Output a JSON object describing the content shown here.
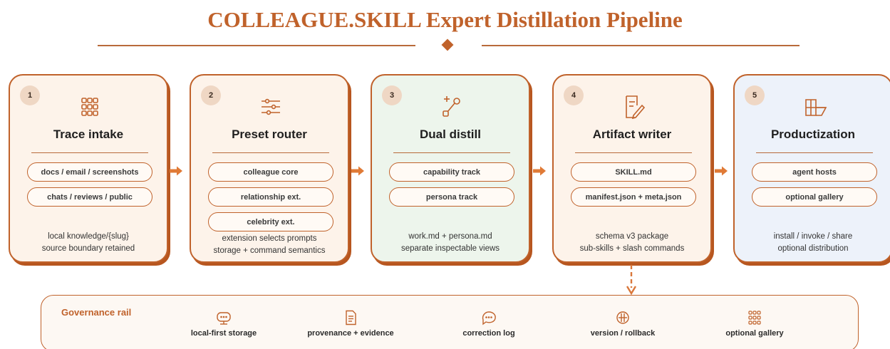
{
  "title": "COLLEAGUE.SKILL Expert Distillation Pipeline",
  "colors": {
    "accent": "#c0622b",
    "peach": "#fdf3ea",
    "green": "#edf5ec",
    "blue": "#edf2fa"
  },
  "cards": [
    {
      "number": "1",
      "icon": "grid-icon",
      "title": "Trace intake",
      "pills": [
        "docs / email / screenshots",
        "chats / reviews / public"
      ],
      "desc": [
        "local knowledge/{slug}",
        "source boundary retained"
      ]
    },
    {
      "number": "2",
      "icon": "sliders-icon",
      "title": "Preset router",
      "pills": [
        "colleague core",
        "relationship ext.",
        "celebrity ext."
      ],
      "desc": [
        "extension selects prompts",
        "storage + command semantics"
      ]
    },
    {
      "number": "3",
      "icon": "split-path-icon",
      "title": "Dual distill",
      "pills": [
        "capability track",
        "persona track"
      ],
      "desc": [
        "work.md + persona.md",
        "separate inspectable views"
      ]
    },
    {
      "number": "4",
      "icon": "document-edit-icon",
      "title": "Artifact writer",
      "pills": [
        "SKILL.md",
        "manifest.json + meta.json"
      ],
      "desc": [
        "schema v3 package",
        "sub-skills + slash commands"
      ]
    },
    {
      "number": "5",
      "icon": "layout-icon",
      "title": "Productization",
      "pills": [
        "agent hosts",
        "optional gallery"
      ],
      "desc": [
        "install / invoke / share",
        "optional distribution"
      ]
    }
  ],
  "governance": {
    "title": "Governance rail",
    "items": [
      {
        "icon": "storage-icon",
        "label": "local-first storage"
      },
      {
        "icon": "document-icon",
        "label": "provenance + evidence"
      },
      {
        "icon": "chat-icon",
        "label": "correction log"
      },
      {
        "icon": "version-icon",
        "label": "version / rollback"
      },
      {
        "icon": "grid-icon",
        "label": "optional gallery"
      }
    ]
  }
}
